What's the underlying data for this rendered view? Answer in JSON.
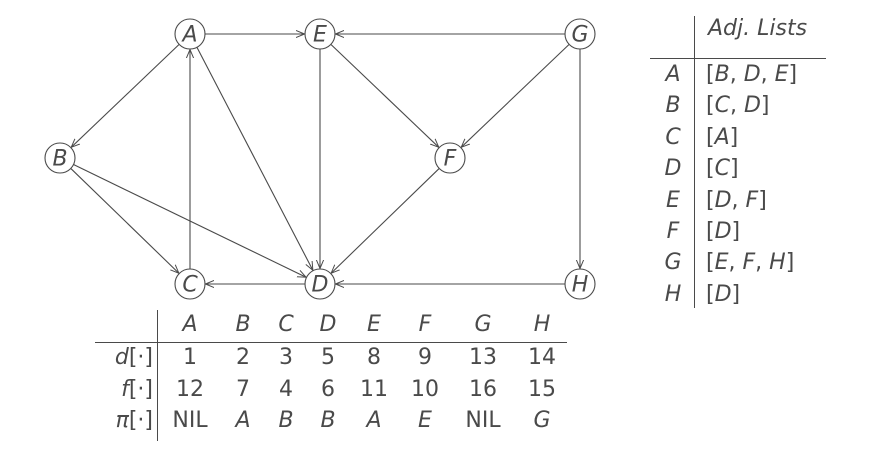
{
  "graph": {
    "nodes": [
      {
        "id": "A",
        "label": "A"
      },
      {
        "id": "B",
        "label": "B"
      },
      {
        "id": "C",
        "label": "C"
      },
      {
        "id": "D",
        "label": "D"
      },
      {
        "id": "E",
        "label": "E"
      },
      {
        "id": "F",
        "label": "F"
      },
      {
        "id": "G",
        "label": "G"
      },
      {
        "id": "H",
        "label": "H"
      }
    ],
    "edges": [
      [
        "A",
        "B"
      ],
      [
        "A",
        "D"
      ],
      [
        "A",
        "E"
      ],
      [
        "B",
        "C"
      ],
      [
        "B",
        "D"
      ],
      [
        "C",
        "A"
      ],
      [
        "D",
        "C"
      ],
      [
        "E",
        "D"
      ],
      [
        "E",
        "F"
      ],
      [
        "F",
        "D"
      ],
      [
        "G",
        "E"
      ],
      [
        "G",
        "F"
      ],
      [
        "G",
        "H"
      ],
      [
        "H",
        "D"
      ]
    ]
  },
  "adjacency": {
    "header": "Adj. Lists",
    "rows": [
      {
        "vertex": "A",
        "list": "[B, D, E]"
      },
      {
        "vertex": "B",
        "list": "[C, D]"
      },
      {
        "vertex": "C",
        "list": "[A]"
      },
      {
        "vertex": "D",
        "list": "[C]"
      },
      {
        "vertex": "E",
        "list": "[D, F]"
      },
      {
        "vertex": "F",
        "list": "[D]"
      },
      {
        "vertex": "G",
        "list": "[E, F, H]"
      },
      {
        "vertex": "H",
        "list": "[D]"
      }
    ]
  },
  "dfs_table": {
    "columns": [
      "A",
      "B",
      "C",
      "D",
      "E",
      "F",
      "G",
      "H"
    ],
    "row_labels": {
      "d": "d[·]",
      "f": "f[·]",
      "pi": "π[·]"
    },
    "d": [
      "1",
      "2",
      "3",
      "5",
      "8",
      "9",
      "13",
      "14"
    ],
    "f": [
      "12",
      "7",
      "4",
      "6",
      "11",
      "10",
      "16",
      "15"
    ],
    "pi": [
      "NIL",
      "A",
      "B",
      "B",
      "A",
      "E",
      "NIL",
      "G"
    ]
  }
}
